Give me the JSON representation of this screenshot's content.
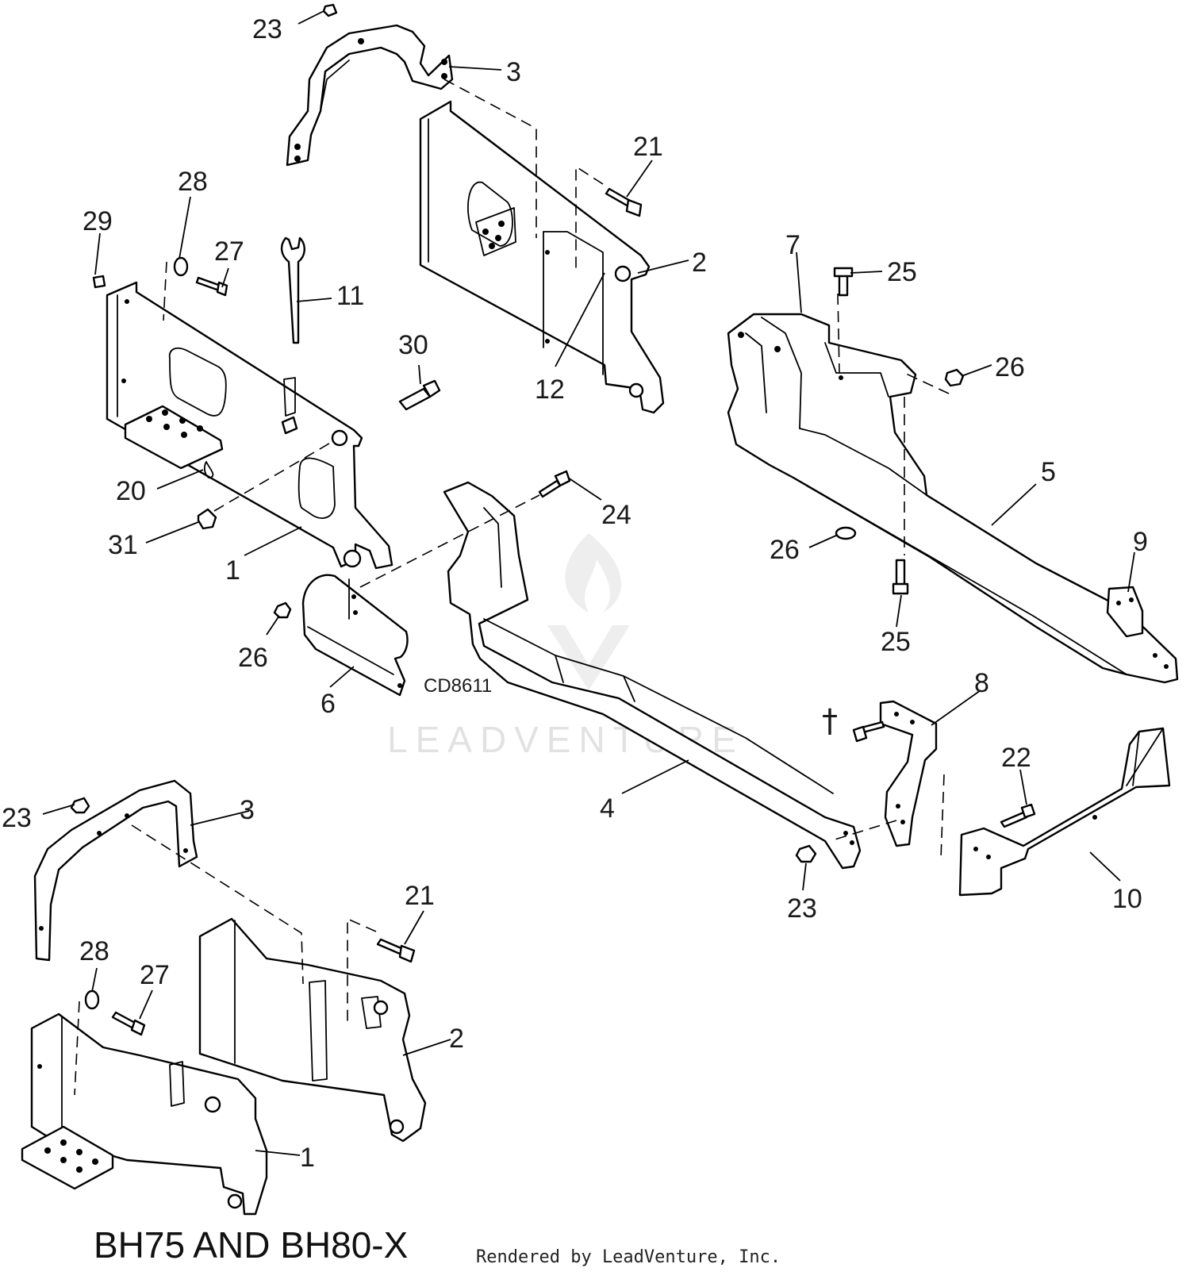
{
  "diagram": {
    "code": "CD8611",
    "caption": "BH75 AND BH80-X",
    "credit": "Rendered by LeadVenture, Inc.",
    "watermark": "LEADVENTURE",
    "dagger": "†"
  },
  "callouts": {
    "c1_top": "1",
    "c1_bottom": "1",
    "c2_top": "2",
    "c2_bottom": "2",
    "c3_top": "3",
    "c3_bottom": "3",
    "c4": "4",
    "c5": "5",
    "c6": "6",
    "c7": "7",
    "c8": "8",
    "c9": "9",
    "c10": "10",
    "c11": "11",
    "c12": "12",
    "c20": "20",
    "c21_top": "21",
    "c21_bottom": "21",
    "c22": "22",
    "c23_top": "23",
    "c23_bottom": "23",
    "c23_mid": "23",
    "c24": "24",
    "c25_top": "25",
    "c25_bottom": "25",
    "c26_right": "26",
    "c26_mid": "26",
    "c26_left": "26",
    "c27_top": "27",
    "c27_bottom": "27",
    "c28_top": "28",
    "c28_bottom": "28",
    "c29": "29",
    "c30": "30",
    "c31": "31"
  }
}
